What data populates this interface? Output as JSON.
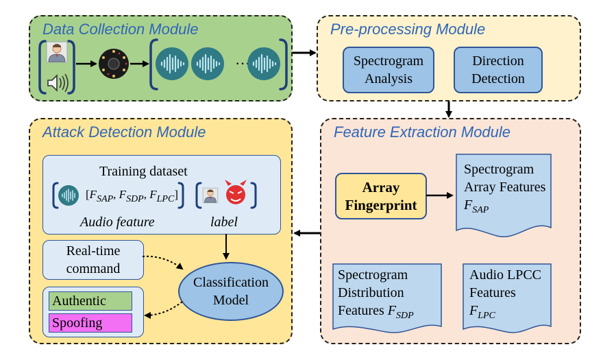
{
  "modules": {
    "data_collection": {
      "title": "Data Collection Module"
    },
    "preprocessing": {
      "title": "Pre-processing Module",
      "boxes": [
        {
          "line1": "Spectrogram",
          "line2": "Analysis"
        },
        {
          "line1": "Direction",
          "line2": "Detection"
        }
      ]
    },
    "feature_extraction": {
      "title": "Feature Extraction Module",
      "array_fingerprint": {
        "line1": "Array",
        "line2": "Fingerprint"
      },
      "features": [
        {
          "lines": [
            "Spectrogram",
            "Array Features"
          ],
          "symbol": "F",
          "subscript": "SAP"
        },
        {
          "lines": [
            "Spectrogram",
            "Distribution"
          ],
          "last_line_prefix": "Features ",
          "symbol": "F",
          "subscript": "SDP"
        },
        {
          "lines": [
            "Audio LPCC",
            "Features"
          ],
          "symbol": "F",
          "subscript": "LPC"
        }
      ]
    },
    "attack_detection": {
      "title": "Attack Detection Module",
      "training": {
        "heading": "Training dataset",
        "feature_vector": {
          "symbol": "F",
          "subscripts": [
            "SAP",
            "SDP",
            "LPC"
          ]
        },
        "audio_caption": "Audio feature",
        "label_caption": "label"
      },
      "command": {
        "line1": "Real-time",
        "line2": "command"
      },
      "classifier": {
        "line1": "Classification",
        "line2": "Model"
      },
      "outputs": {
        "authentic": "Authentic",
        "spoofing": "Spoofing"
      }
    }
  },
  "dots": "···",
  "colors": {
    "data_collection_bg": "#a9d18e",
    "preprocessing_bg": "#fff2cc",
    "feature_extraction_bg": "#fbe5d6",
    "attack_detection_bg": "#ffe699",
    "title_text": "#2f66b8",
    "box_fill": "#9dc3e6",
    "box_border": "#2f5597",
    "fingerprint_fill": "#ffe699",
    "authentic_fill": "#a9d18e",
    "spoofing_fill": "#f36ff3",
    "audio_icon": "#2f7a85"
  },
  "icons": [
    "person-icon",
    "speaker-icon",
    "microphone-array-board-icon",
    "audio-waveform-icon",
    "devil-face-icon"
  ]
}
